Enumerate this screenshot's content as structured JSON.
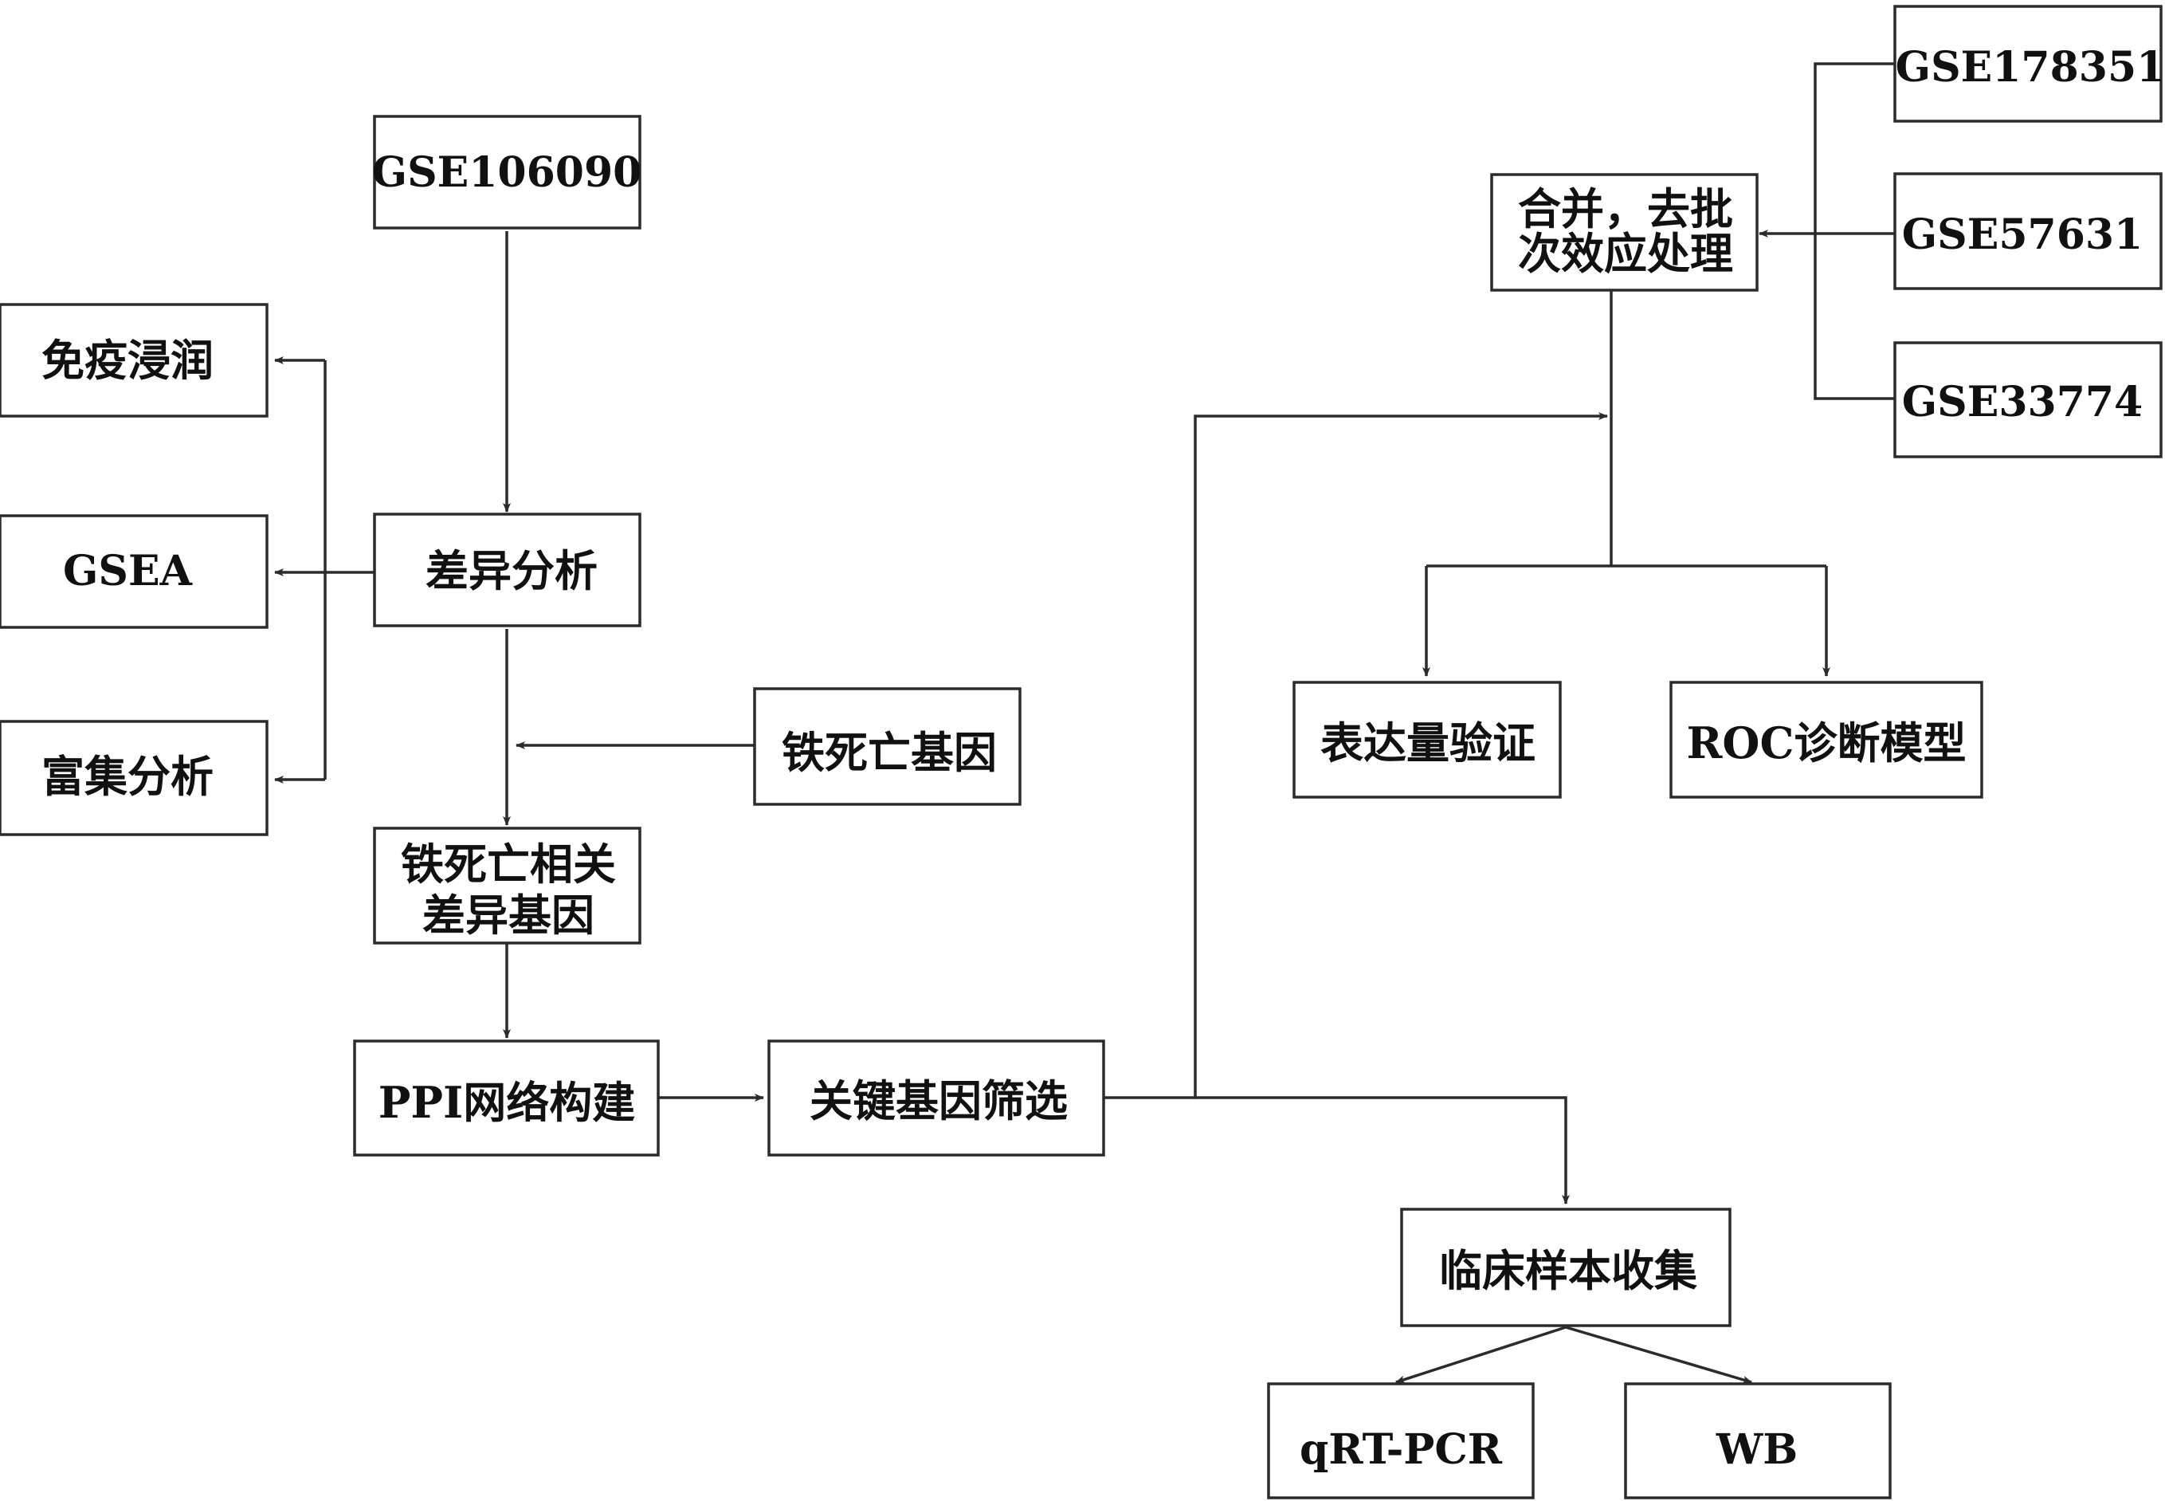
{
  "nodes": {
    "gse106090": {
      "lines": [
        "GSE106090"
      ]
    },
    "immune_infiltration": {
      "lines": [
        "免疫浸润"
      ]
    },
    "gsea": {
      "lines": [
        "GSEA"
      ]
    },
    "enrichment_analysis": {
      "lines": [
        "富集分析"
      ]
    },
    "differential_analysis": {
      "lines": [
        "差异分析"
      ]
    },
    "ferroptosis_genes": {
      "lines": [
        "铁死亡基因"
      ]
    },
    "ferroptosis_degs": {
      "lines": [
        "铁死亡相关",
        "差异基因"
      ]
    },
    "ppi_network": {
      "lines": [
        "PPI网络构建"
      ]
    },
    "key_gene_screening": {
      "lines": [
        "关键基因筛选"
      ]
    },
    "merge_batch_correction": {
      "lines": [
        "合并，去批",
        "次效应处理"
      ]
    },
    "gse178351": {
      "lines": [
        "GSE178351"
      ]
    },
    "gse57631": {
      "lines": [
        "GSE57631"
      ]
    },
    "gse33774": {
      "lines": [
        "GSE33774"
      ]
    },
    "expression_validation": {
      "lines": [
        "表达量验证"
      ]
    },
    "roc_model": {
      "lines": [
        "ROC诊断模型"
      ]
    },
    "clinical_samples": {
      "lines": [
        "临床样本收集"
      ]
    },
    "qrt_pcr": {
      "lines": [
        "qRT-PCR"
      ]
    },
    "wb": {
      "lines": [
        "WB"
      ]
    }
  },
  "edges": [
    {
      "from": "gse106090",
      "to": "differential_analysis"
    },
    {
      "from": "differential_analysis",
      "to": "immune_infiltration"
    },
    {
      "from": "differential_analysis",
      "to": "gsea"
    },
    {
      "from": "differential_analysis",
      "to": "enrichment_analysis"
    },
    {
      "from": "differential_analysis",
      "to": "ferroptosis_degs"
    },
    {
      "from": "ferroptosis_genes",
      "to": "ferroptosis_degs"
    },
    {
      "from": "ferroptosis_degs",
      "to": "ppi_network"
    },
    {
      "from": "ppi_network",
      "to": "key_gene_screening"
    },
    {
      "from": "key_gene_screening",
      "to": "merge_batch_correction"
    },
    {
      "from": "key_gene_screening",
      "to": "clinical_samples"
    },
    {
      "from": "gse178351",
      "to": "merge_batch_correction"
    },
    {
      "from": "gse57631",
      "to": "merge_batch_correction"
    },
    {
      "from": "gse33774",
      "to": "merge_batch_correction"
    },
    {
      "from": "merge_batch_correction",
      "to": "expression_validation"
    },
    {
      "from": "merge_batch_correction",
      "to": "roc_model"
    },
    {
      "from": "clinical_samples",
      "to": "qrt_pcr"
    },
    {
      "from": "clinical_samples",
      "to": "wb"
    }
  ]
}
